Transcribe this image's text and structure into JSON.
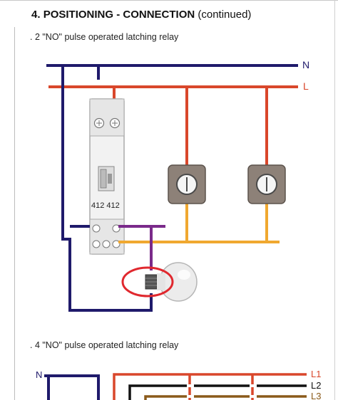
{
  "heading": {
    "number": "4.",
    "title": "POSITIONING - CONNECTION",
    "suffix": "(continued)"
  },
  "section1": {
    "caption": ". 2 \"NO\" pulse operated latching relay",
    "neutral_label": "N",
    "live_label": "L",
    "relay_label": "412 412"
  },
  "section2": {
    "caption": ". 4 \"NO\" pulse operated latching relay",
    "neutral_label": "N",
    "phase_labels": [
      "L1",
      "L2",
      "L3"
    ]
  },
  "colors": {
    "neutral": "#1f1a6b",
    "live": "#d9472b",
    "switched": "#f0a830",
    "lamp_feed": "#7a2a8a",
    "highlight": "#e0282e",
    "l2": "#111111",
    "l3": "#8a5a1a"
  }
}
